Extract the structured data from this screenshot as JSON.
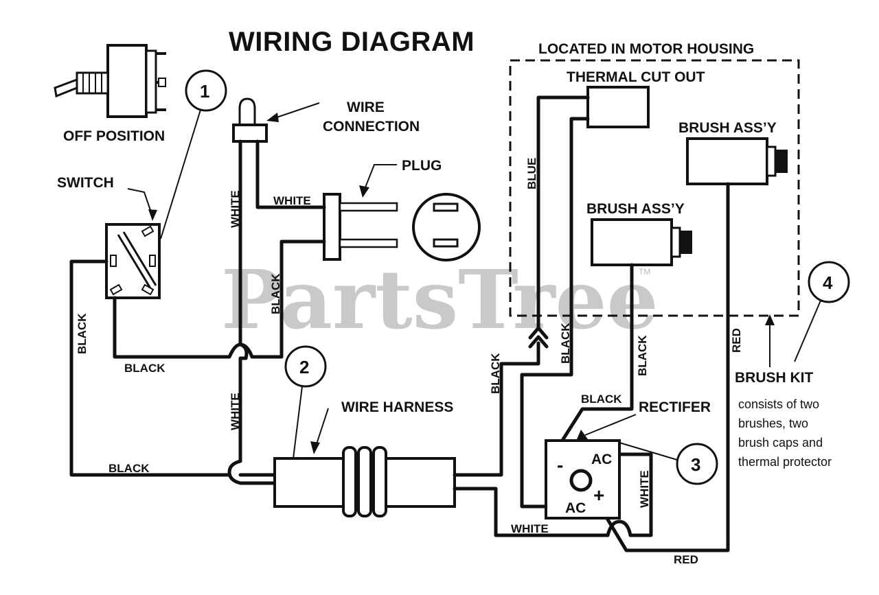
{
  "title": "WIRING DIAGRAM",
  "watermark": {
    "text": "PartsTree",
    "tm": "TM"
  },
  "switch": {
    "off_position_label": "OFF POSITION",
    "label": "SWITCH"
  },
  "wire_connection_label": [
    "WIRE",
    "CONNECTION"
  ],
  "plug_label": "PLUG",
  "motor_housing_label": "LOCATED IN MOTOR HOUSING",
  "thermal_cut_out_label": "THERMAL CUT OUT",
  "brush_assy_label": "BRUSH ASS’Y",
  "brush_kit": {
    "label": "BRUSH KIT",
    "description": [
      "consists of two",
      "brushes, two",
      "brush caps and",
      "thermal protector"
    ]
  },
  "wire_harness_label": "WIRE HARNESS",
  "rectifier": {
    "label": "RECTIFER",
    "minus": "-",
    "plus": "+",
    "ac": "AC"
  },
  "wire_colors": {
    "white": "WHITE",
    "black": "BLACK",
    "blue": "BLUE",
    "red": "RED"
  },
  "callouts": [
    "1",
    "2",
    "3",
    "4"
  ]
}
